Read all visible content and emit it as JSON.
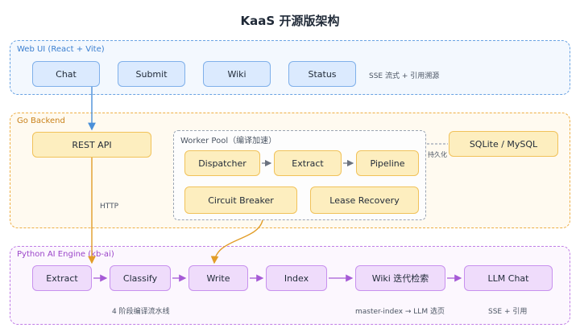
{
  "title": "KaaS 开源版架构",
  "layers": {
    "web": {
      "label": "Web UI (React + Vite)",
      "color": "#5b9be0",
      "boxes": [
        "Chat",
        "Submit",
        "Wiki",
        "Status"
      ],
      "note": "SSE 流式 + 引用溯源"
    },
    "go": {
      "label": "Go Backend",
      "color": "#e9a93a",
      "rest": "REST API",
      "http_label": "HTTP",
      "pool": {
        "label": "Worker Pool（编译加速）",
        "steps": [
          "Dispatcher",
          "Extract",
          "Pipeline"
        ],
        "extras": [
          "Circuit Breaker",
          "Lease Recovery"
        ]
      },
      "persist_label": "持久化",
      "store": "SQLite / MySQL"
    },
    "py": {
      "label": "Python AI Engine (kb-ai)",
      "color": "#b76bdf",
      "boxes": [
        "Extract",
        "Classify",
        "Write",
        "Index",
        "Wiki 迭代检索",
        "LLM Chat"
      ],
      "notes": [
        "4 阶段编译流水线",
        "master-index → LLM 选页",
        "SSE + 引用"
      ]
    }
  }
}
